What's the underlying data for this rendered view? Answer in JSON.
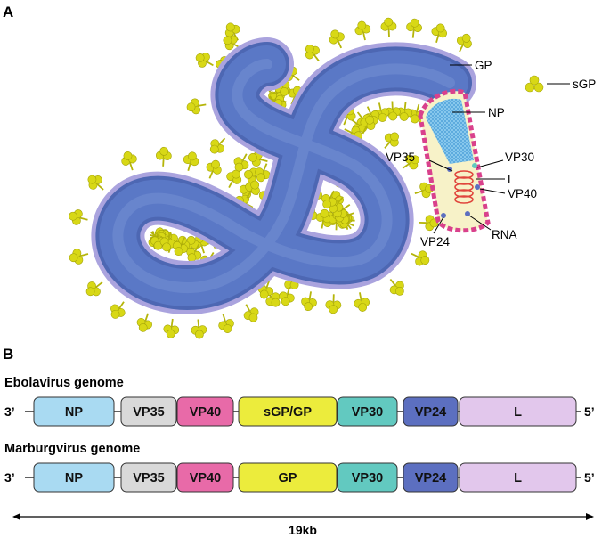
{
  "panels": {
    "a": "A",
    "b": "B"
  },
  "virion": {
    "labels": {
      "gp": "GP",
      "sgp": "sGP",
      "np": "NP",
      "vp35": "VP35",
      "vp30": "VP30",
      "l": "L",
      "vp40": "VP40",
      "vp24": "VP24",
      "rna": "RNA"
    },
    "colors": {
      "body": "#5a78c6",
      "envelope": "#a9a2dd",
      "glycoprotein": "#d8d816",
      "nucleocapsid": "#86c5ea",
      "matrix": "#d9418c",
      "polymerase": "#e0463d"
    }
  },
  "genomes": [
    {
      "title": "Ebolavirus genome",
      "left_end": "3’",
      "right_end": "5’",
      "genes": [
        {
          "name": "NP",
          "color": "#a9daf2"
        },
        {
          "name": "VP35",
          "color": "#d9d9d9"
        },
        {
          "name": "VP40",
          "color": "#e86aa8"
        },
        {
          "name": "sGP/GP",
          "color": "#ecec3c"
        },
        {
          "name": "VP30",
          "color": "#62c9c0"
        },
        {
          "name": "VP24",
          "color": "#5c6fc0"
        },
        {
          "name": "L",
          "color": "#e2c7ec"
        }
      ]
    },
    {
      "title": "Marburgvirus genome",
      "left_end": "3’",
      "right_end": "5’",
      "genes": [
        {
          "name": "NP",
          "color": "#a9daf2"
        },
        {
          "name": "VP35",
          "color": "#d9d9d9"
        },
        {
          "name": "VP40",
          "color": "#e86aa8"
        },
        {
          "name": "GP",
          "color": "#ecec3c"
        },
        {
          "name": "VP30",
          "color": "#62c9c0"
        },
        {
          "name": "VP24",
          "color": "#5c6fc0"
        },
        {
          "name": "L",
          "color": "#e2c7ec"
        }
      ]
    }
  ],
  "scale": {
    "label": "19kb"
  }
}
